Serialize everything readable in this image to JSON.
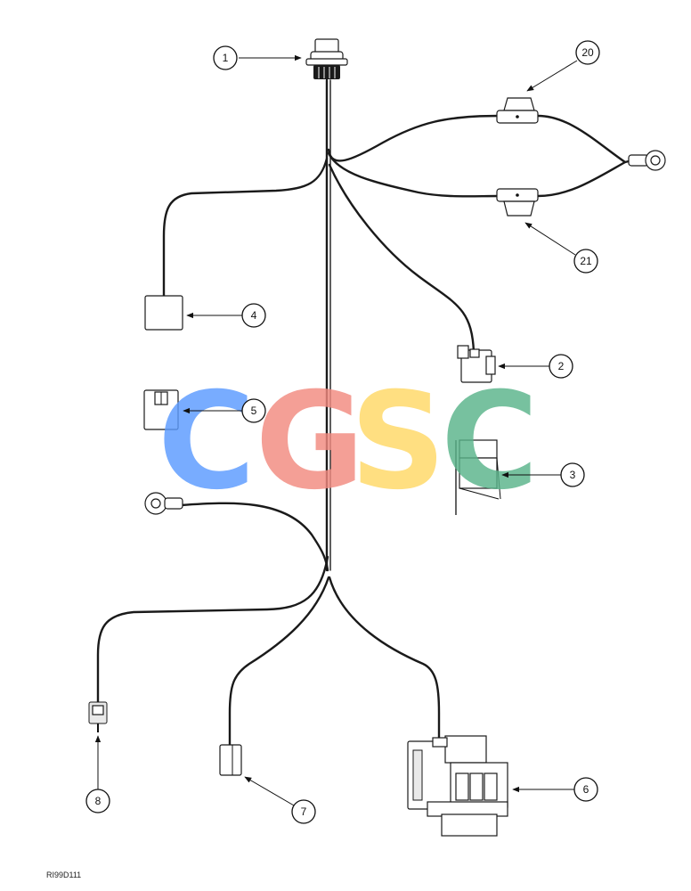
{
  "figure_code": "RI99D111",
  "watermark": {
    "letters": [
      "C",
      "G",
      "S",
      "C"
    ],
    "colors": [
      "#5b9bff",
      "#f28a80",
      "#ffd866",
      "#5ab48a"
    ]
  },
  "callouts": [
    "1",
    "20",
    "21",
    "4",
    "2",
    "5",
    "3",
    "8",
    "7",
    "6"
  ]
}
